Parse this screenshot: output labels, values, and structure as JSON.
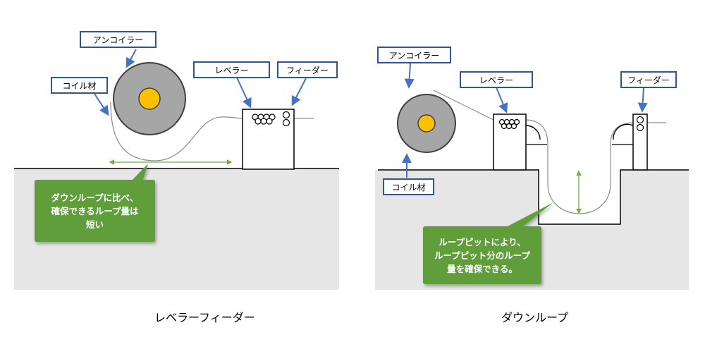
{
  "left": {
    "caption": "レベラーフィーダー",
    "labels": {
      "uncoiler": "アンコイラー",
      "coil": "コイル材",
      "leveler": "レベラー",
      "feeder": "フィーダー"
    },
    "callout": [
      "ダウンループに比べ、",
      "確保できるループ量は",
      "短い"
    ]
  },
  "right": {
    "caption": "ダウンループ",
    "labels": {
      "uncoiler": "アンコイラー",
      "coil": "コイル材",
      "leveler": "レベラー",
      "feeder": "フィーダー"
    },
    "callout": [
      "ループピットにより、",
      "ループピット分のループ",
      "量を確保できる。"
    ]
  },
  "colors": {
    "floor": "#E7E6E6",
    "label_border": "#2F5597",
    "arrow": "#4472C4",
    "callout_green": "#5E9E3A",
    "loop_arrow": "#70AD47",
    "coil_gray": "#A6A6A6",
    "core_orange": "#FFC000"
  }
}
